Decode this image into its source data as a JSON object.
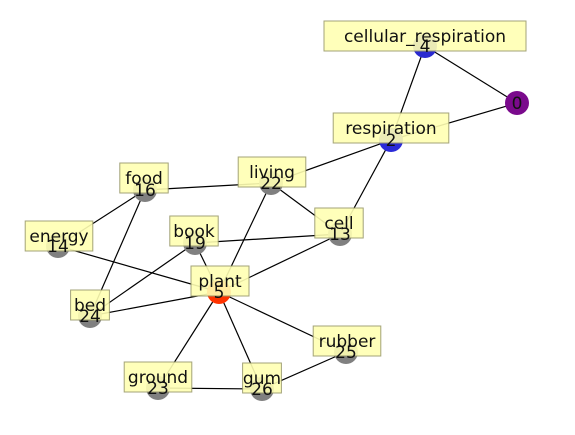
{
  "graph": {
    "nodes": [
      {
        "id": "0",
        "label": "",
        "color": "#7a0a8c"
      },
      {
        "id": "4",
        "label": "cellular_respiration",
        "color": "#2a2ad0"
      },
      {
        "id": "2",
        "label": "respiration",
        "color": "#2a2ad8"
      },
      {
        "id": "22",
        "label": "living",
        "color": "#808080"
      },
      {
        "id": "16",
        "label": "food",
        "color": "#808080"
      },
      {
        "id": "13",
        "label": "cell",
        "color": "#808080"
      },
      {
        "id": "19",
        "label": "book",
        "color": "#808080"
      },
      {
        "id": "14",
        "label": "energy",
        "color": "#808080"
      },
      {
        "id": "5",
        "label": "plant",
        "color": "#ff3300"
      },
      {
        "id": "24",
        "label": "bed",
        "color": "#808080"
      },
      {
        "id": "25",
        "label": "rubber",
        "color": "#808080"
      },
      {
        "id": "23",
        "label": "ground",
        "color": "#808080"
      },
      {
        "id": "26",
        "label": "gum",
        "color": "#808080"
      }
    ],
    "edges": [
      [
        "4",
        "0"
      ],
      [
        "4",
        "2"
      ],
      [
        "2",
        "0"
      ],
      [
        "2",
        "22"
      ],
      [
        "2",
        "13"
      ],
      [
        "16",
        "22"
      ],
      [
        "16",
        "14"
      ],
      [
        "16",
        "24"
      ],
      [
        "22",
        "13"
      ],
      [
        "22",
        "5"
      ],
      [
        "19",
        "13"
      ],
      [
        "19",
        "5"
      ],
      [
        "19",
        "24"
      ],
      [
        "14",
        "5"
      ],
      [
        "13",
        "5"
      ],
      [
        "5",
        "24"
      ],
      [
        "5",
        "25"
      ],
      [
        "5",
        "23"
      ],
      [
        "5",
        "26"
      ],
      [
        "23",
        "26"
      ],
      [
        "26",
        "25"
      ]
    ]
  }
}
